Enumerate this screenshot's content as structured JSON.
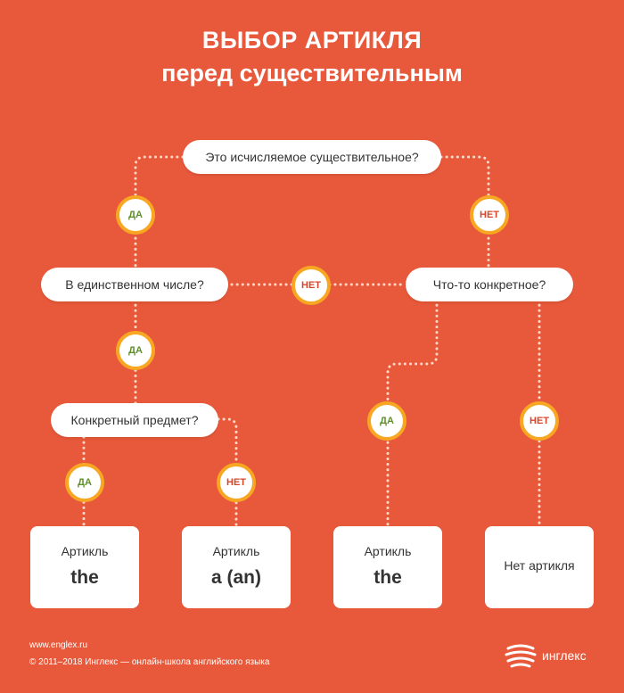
{
  "header": {
    "title_line1": "ВЫБОР АРТИКЛЯ",
    "title_line2": "перед существительным"
  },
  "questions": {
    "countable": "Это исчисляемое существительное?",
    "singular": "В единственном числе?",
    "specific_something": "Что-то конкретное?",
    "specific_object": "Конкретный предмет?"
  },
  "badges": {
    "yes": "ДА",
    "no": "НЕТ"
  },
  "results": [
    {
      "label": "Артикль",
      "article": "the"
    },
    {
      "label": "Артикль",
      "article": "a (an)"
    },
    {
      "label": "Артикль",
      "article": "the"
    },
    {
      "label": "Нет артикля",
      "article": ""
    }
  ],
  "footer": {
    "site": "www.englex.ru",
    "copyright": "© 2011–2018 Инглекс — онлайн-школа английского языка",
    "brand": "инглекс"
  },
  "colors": {
    "background": "#e8583a",
    "badge_border": "#f7a722",
    "yes_text": "#5e8f2b",
    "no_text": "#d6472a",
    "connector": "#ffd9c8"
  }
}
